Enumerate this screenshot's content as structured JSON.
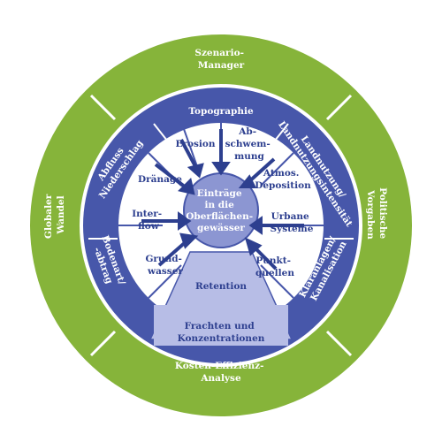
{
  "outer_ring": {
    "top": [
      "Szenario-",
      "Manager"
    ],
    "left": [
      "Globaler",
      "Wandel"
    ],
    "right": [
      "Politische",
      "Vorgaben"
    ],
    "bottom": [
      "Kosten-Effizienz-",
      "Analyse"
    ]
  },
  "middle_ring": {
    "top": [
      "Topographie"
    ],
    "top_left": [
      "Abfluss",
      "Niederschlag"
    ],
    "top_right": [
      "Landnutzung/",
      "Landnutzungsintensität"
    ],
    "bottom_left": [
      "Bodenart/",
      "-abtrag"
    ],
    "bottom_right": [
      "Kläranlagen/",
      "Kanalisation"
    ]
  },
  "inner_segments": {
    "erosion": [
      "Erosion"
    ],
    "abschwemmung": [
      "Ab-",
      "schwem-",
      "mung"
    ],
    "atmos_deposition": [
      "Atmos.",
      "Deposition"
    ],
    "urbane_systeme": [
      "Urbane",
      "Systeme"
    ],
    "punktquellen": [
      "Punkt-",
      "quellen"
    ],
    "grundwasser": [
      "Grund-",
      "wasser"
    ],
    "interflow": [
      "Inter-",
      "flow"
    ],
    "draenage": [
      "Dränage"
    ]
  },
  "center": [
    "Einträge",
    "in die",
    "Oberflächen-",
    "gewässer"
  ],
  "retention": [
    "Retention"
  ],
  "output": [
    "Frachten und",
    "Konzentrationen"
  ],
  "colors": {
    "outer_green": "#86b43a",
    "outer_border": "#ffffff",
    "middle_blue": "#4757aa",
    "inner_white": "#ffffff",
    "center_blue": "#8c96d2",
    "arrow_blue": "#2d3f8f",
    "retention_fill": "#b7bde6"
  }
}
